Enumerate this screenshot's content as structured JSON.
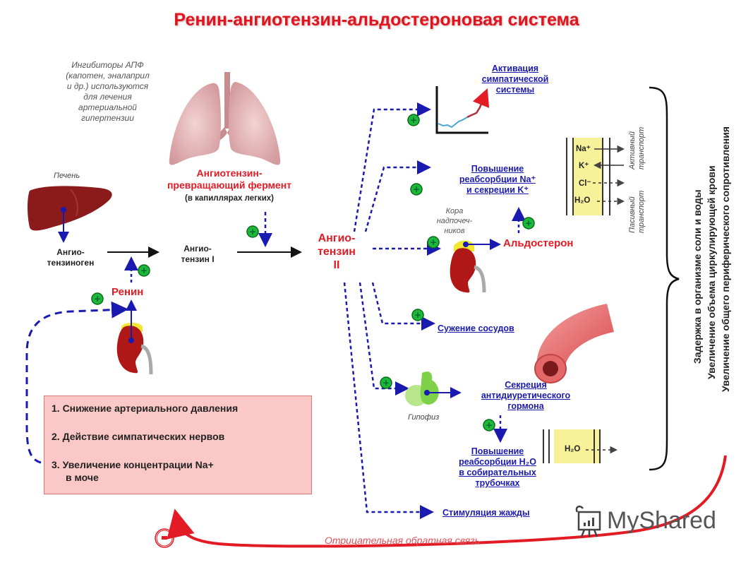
{
  "title": "Ренин-ангиотензин-альдостероновая система",
  "ace_inhibitor_note": [
    "Ингибиторы АПФ",
    "(капотен, эналаприл",
    "и др.) используются",
    "для лечения",
    "артериальной",
    "гипертензии"
  ],
  "organs": {
    "liver": "Печень",
    "adrenal_cortex": [
      "Кора",
      "надпочеч-",
      "ников"
    ],
    "pituitary": "Гипофиз"
  },
  "substances": {
    "angiotensinogen": [
      "Ангио-",
      "тензиноген"
    ],
    "angiotensin1": [
      "Ангио-",
      "тензин I"
    ],
    "angiotensin2": [
      "Ангио-",
      "тензин",
      "II"
    ],
    "renin": "Ренин",
    "ace": [
      "Ангиотензин-",
      "превращающий фермент"
    ],
    "ace_location": "(в капиллярах легких)",
    "aldosterone": "Альдостерон"
  },
  "effects": {
    "sympathetic": [
      "Активация",
      "симпатической",
      "системы"
    ],
    "na_reabsorption": [
      "Повышение",
      "реабсорбции Na⁺",
      "и секреции K⁺"
    ],
    "vasoconstriction": "Сужение сосудов",
    "adh": [
      "Секреция",
      "антидиуретического",
      "гормона"
    ],
    "water_reabsorption": [
      "Повышение",
      "реабсорбции H₂O",
      "в собирательных",
      "трубочках"
    ],
    "thirst": "Стимуляция жажды"
  },
  "transport": {
    "ions": [
      "Na⁺",
      "K⁺",
      "Cl⁻",
      "H₂O"
    ],
    "active": [
      "Активный",
      "транспорт"
    ],
    "passive": [
      "Пасивный",
      "транспорт"
    ],
    "water_label": "H₂O"
  },
  "causes": [
    "1. Снижение артериального давления",
    "2. Действие симпатических нервов",
    "3. Увеличение концентрации Na+",
    "в моче"
  ],
  "outcomes": [
    "Задержка в организме соли и воды",
    "Увеличение объема циркулирующей крови",
    "Увеличение общего периферического сопротивления"
  ],
  "feedback": {
    "label": "Отрицательная обратная связь",
    "sign": "-"
  },
  "stimulus_sign": "+",
  "watermark": "MyShared",
  "colors": {
    "title": "#e0141e",
    "link": "#1a1ab0",
    "arrow_blue": "#1a1ab0",
    "plus_green": "#1db83a",
    "feedback_red": "#e21b25",
    "causes_bg": "#fbc8c8"
  }
}
